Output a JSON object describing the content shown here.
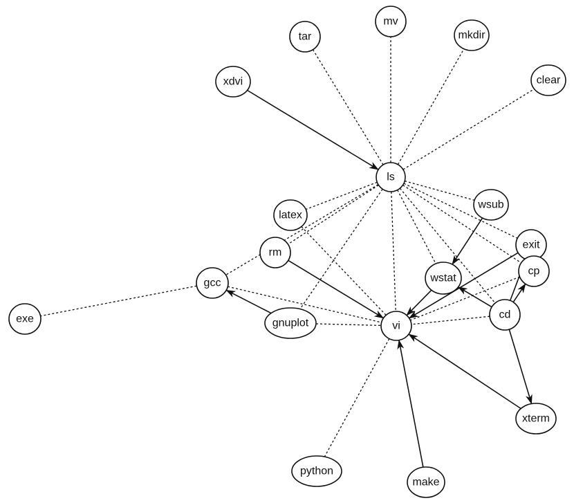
{
  "graph": {
    "nodes": [
      {
        "id": "ls",
        "label": "ls"
      },
      {
        "id": "vi",
        "label": "vi"
      },
      {
        "id": "tar",
        "label": "tar"
      },
      {
        "id": "mv",
        "label": "mv"
      },
      {
        "id": "mkdir",
        "label": "mkdir"
      },
      {
        "id": "clear",
        "label": "clear"
      },
      {
        "id": "xdvi",
        "label": "xdvi"
      },
      {
        "id": "latex",
        "label": "latex"
      },
      {
        "id": "wsub",
        "label": "wsub"
      },
      {
        "id": "rm",
        "label": "rm"
      },
      {
        "id": "exit",
        "label": "exit"
      },
      {
        "id": "gcc",
        "label": "gcc"
      },
      {
        "id": "wstat",
        "label": "wstat"
      },
      {
        "id": "cp",
        "label": "cp"
      },
      {
        "id": "exe",
        "label": "exe"
      },
      {
        "id": "gnuplot",
        "label": "gnuplot"
      },
      {
        "id": "cd",
        "label": "cd"
      },
      {
        "id": "xterm",
        "label": "xterm"
      },
      {
        "id": "python",
        "label": "python"
      },
      {
        "id": "make",
        "label": "make"
      }
    ],
    "edges": [
      {
        "from": "ls",
        "to": "tar",
        "style": "dashed",
        "directed": false
      },
      {
        "from": "ls",
        "to": "mv",
        "style": "dashed",
        "directed": false
      },
      {
        "from": "ls",
        "to": "mkdir",
        "style": "dashed",
        "directed": false
      },
      {
        "from": "ls",
        "to": "clear",
        "style": "dashed",
        "directed": false
      },
      {
        "from": "xdvi",
        "to": "ls",
        "style": "solid",
        "directed": true
      },
      {
        "from": "ls",
        "to": "latex",
        "style": "dashed",
        "directed": false
      },
      {
        "from": "ls",
        "to": "rm",
        "style": "dashed",
        "directed": false
      },
      {
        "from": "ls",
        "to": "gcc",
        "style": "dashed",
        "directed": false
      },
      {
        "from": "ls",
        "to": "gnuplot",
        "style": "dashed",
        "directed": false
      },
      {
        "from": "ls",
        "to": "vi",
        "style": "dashed",
        "directed": false
      },
      {
        "from": "ls",
        "to": "wsub",
        "style": "dashed",
        "directed": false
      },
      {
        "from": "ls",
        "to": "exit",
        "style": "dashed",
        "directed": false
      },
      {
        "from": "ls",
        "to": "cp",
        "style": "dashed",
        "directed": false
      },
      {
        "from": "ls",
        "to": "wstat",
        "style": "dashed",
        "directed": false
      },
      {
        "from": "ls",
        "to": "cd",
        "style": "dashed",
        "directed": false
      },
      {
        "from": "latex",
        "to": "vi",
        "style": "dashed",
        "directed": false
      },
      {
        "from": "rm",
        "to": "vi",
        "style": "solid",
        "directed": true
      },
      {
        "from": "gcc",
        "to": "exe",
        "style": "dashed",
        "directed": false
      },
      {
        "from": "gcc",
        "to": "vi",
        "style": "dashed",
        "directed": false
      },
      {
        "from": "gnuplot",
        "to": "gcc",
        "style": "solid",
        "directed": true
      },
      {
        "from": "gnuplot",
        "to": "vi",
        "style": "dashed",
        "directed": false
      },
      {
        "from": "wsub",
        "to": "wstat",
        "style": "solid",
        "directed": true
      },
      {
        "from": "exit",
        "to": "vi",
        "style": "solid",
        "directed": true
      },
      {
        "from": "wstat",
        "to": "vi",
        "style": "solid",
        "directed": true
      },
      {
        "from": "cd",
        "to": "wstat",
        "style": "solid",
        "directed": true
      },
      {
        "from": "cd",
        "to": "cp",
        "style": "solid",
        "directed": true
      },
      {
        "from": "cd",
        "to": "exit",
        "style": "solid",
        "directed": true
      },
      {
        "from": "cd",
        "to": "vi",
        "style": "dashed",
        "directed": false
      },
      {
        "from": "cp",
        "to": "vi",
        "style": "dashed",
        "directed": false
      },
      {
        "from": "cd",
        "to": "xterm",
        "style": "solid",
        "directed": true
      },
      {
        "from": "xterm",
        "to": "vi",
        "style": "solid",
        "directed": true
      },
      {
        "from": "vi",
        "to": "python",
        "style": "dashed",
        "directed": false
      },
      {
        "from": "make",
        "to": "vi",
        "style": "solid",
        "directed": true
      }
    ]
  }
}
